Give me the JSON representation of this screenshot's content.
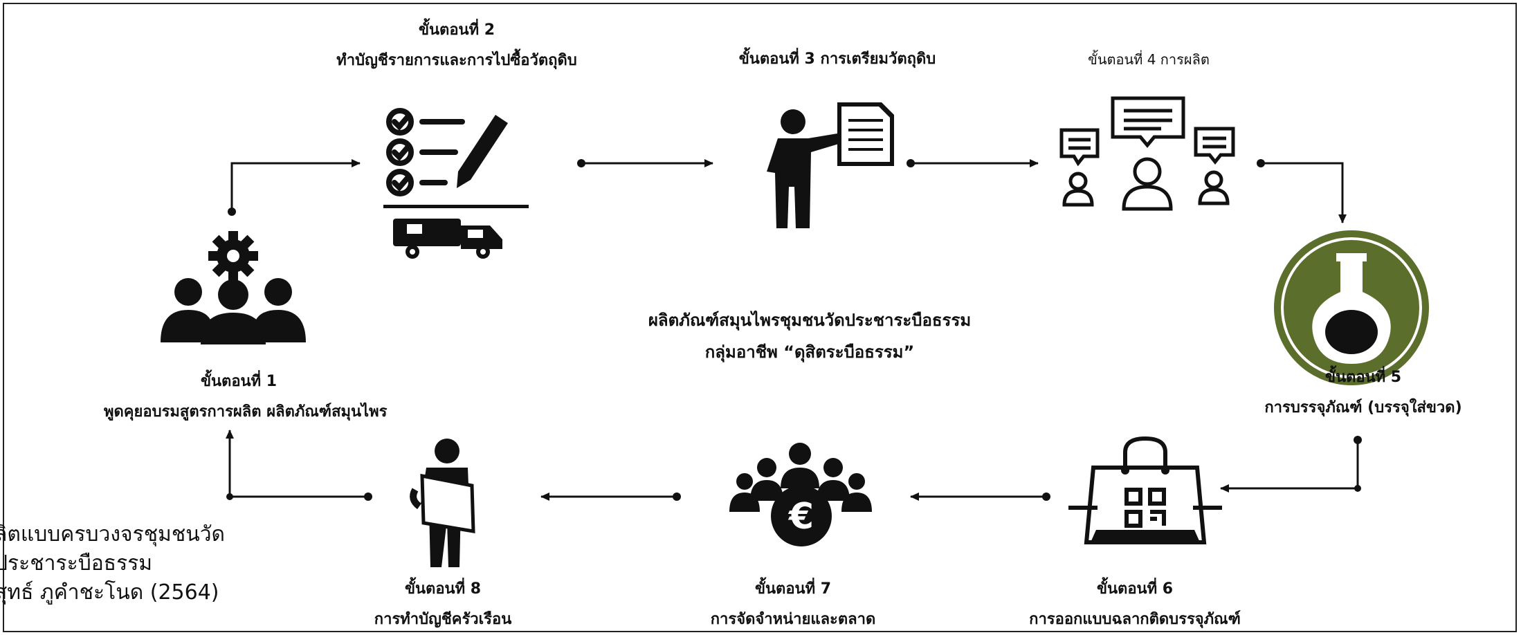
{
  "title": {
    "line1": "ผลิตภัณฑ์สมุนไพรชุมชนวัดประชาระบือธรรม",
    "line2": "กลุ่มอาชีพ “ดุสิตระบือธรรม”"
  },
  "steps": [
    {
      "id": 1,
      "heading": "ขั้นตอนที่ 1",
      "desc": "พูดคุยอบรมสูตรการผลิต ผลิตภัณฑ์สมุนไพร",
      "icon": "team-gear-icon"
    },
    {
      "id": 2,
      "heading": "ขั้นตอนที่ 2",
      "desc": "ทำบัญชีรายการและการไปซื้อวัตถุดิบ",
      "icon": "checklist-truck-icon"
    },
    {
      "id": 3,
      "heading": "ขั้นตอนที่ 3 การเตรียมวัตถุดิบ",
      "desc": "",
      "icon": "presenter-board-icon"
    },
    {
      "id": 4,
      "heading": "ขั้นตอนที่ 4 การผลิต",
      "desc": "",
      "icon": "people-discussion-icon"
    },
    {
      "id": 5,
      "heading": "ขั้นตอนที่ 5",
      "desc": "การบรรจุภัณฑ์ (บรรจุใส่ขวด)",
      "icon": "flask-badge-icon"
    },
    {
      "id": 6,
      "heading": "ขั้นตอนที่ 6",
      "desc": "การออกแบบฉลากติดบรรจุภัณฑ์",
      "icon": "shopping-bag-qr-icon"
    },
    {
      "id": 7,
      "heading": "ขั้นตอนที่ 7",
      "desc": "การจัดจำหน่ายและตลาด",
      "icon": "people-euro-icon"
    },
    {
      "id": 8,
      "heading": "ขั้นตอนที่ 8",
      "desc": "การทำบัญชีครัวเรือน",
      "icon": "person-document-icon"
    }
  ],
  "caption": {
    "line1": "ลิตแบบครบวงจรชุมชนวัด",
    "line2": "ประชาระบือธรรม",
    "line3": "สุทธ์ ภูคำชะโนด (2564)"
  },
  "colors": {
    "accent_green": "#5b6e2b",
    "icon_dark": "#111111"
  }
}
